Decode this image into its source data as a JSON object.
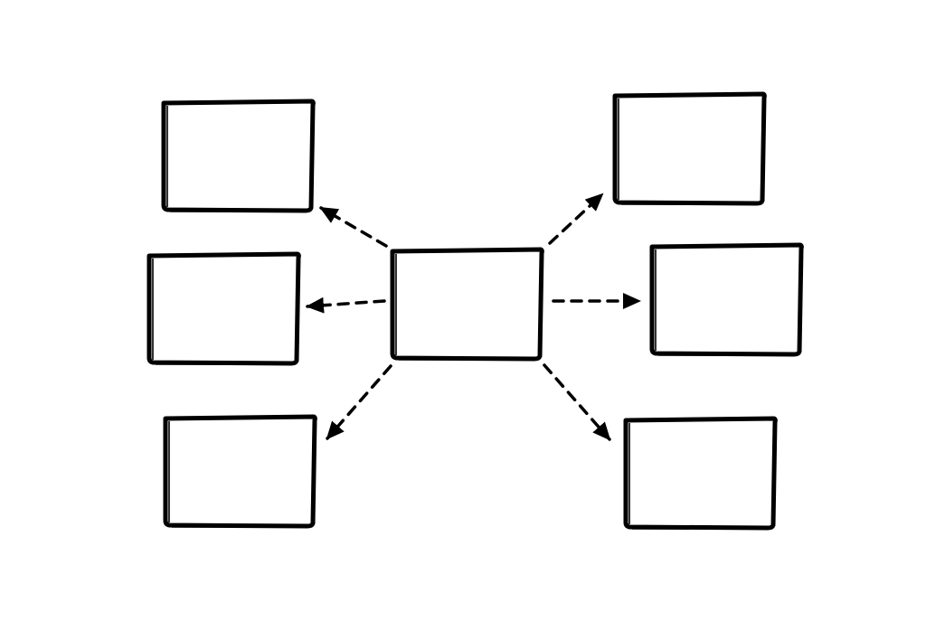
{
  "diagram": {
    "type": "hub-and-spoke",
    "hub": {
      "id": "center-box",
      "label": ""
    },
    "nodes": [
      {
        "id": "top-left-box",
        "label": ""
      },
      {
        "id": "middle-left-box",
        "label": ""
      },
      {
        "id": "bottom-left-box",
        "label": ""
      },
      {
        "id": "top-right-box",
        "label": ""
      },
      {
        "id": "middle-right-box",
        "label": ""
      },
      {
        "id": "bottom-right-box",
        "label": ""
      }
    ],
    "edges": [
      {
        "from": "center-box",
        "to": "top-left-box",
        "style": "dashed",
        "arrowhead": "end"
      },
      {
        "from": "center-box",
        "to": "middle-left-box",
        "style": "dashed",
        "arrowhead": "end"
      },
      {
        "from": "center-box",
        "to": "bottom-left-box",
        "style": "dashed",
        "arrowhead": "end"
      },
      {
        "from": "center-box",
        "to": "top-right-box",
        "style": "dashed",
        "arrowhead": "end"
      },
      {
        "from": "center-box",
        "to": "middle-right-box",
        "style": "dashed",
        "arrowhead": "end"
      },
      {
        "from": "center-box",
        "to": "bottom-right-box",
        "style": "dashed",
        "arrowhead": "end"
      }
    ],
    "colors": {
      "stroke": "#000000",
      "background": "#ffffff"
    }
  }
}
